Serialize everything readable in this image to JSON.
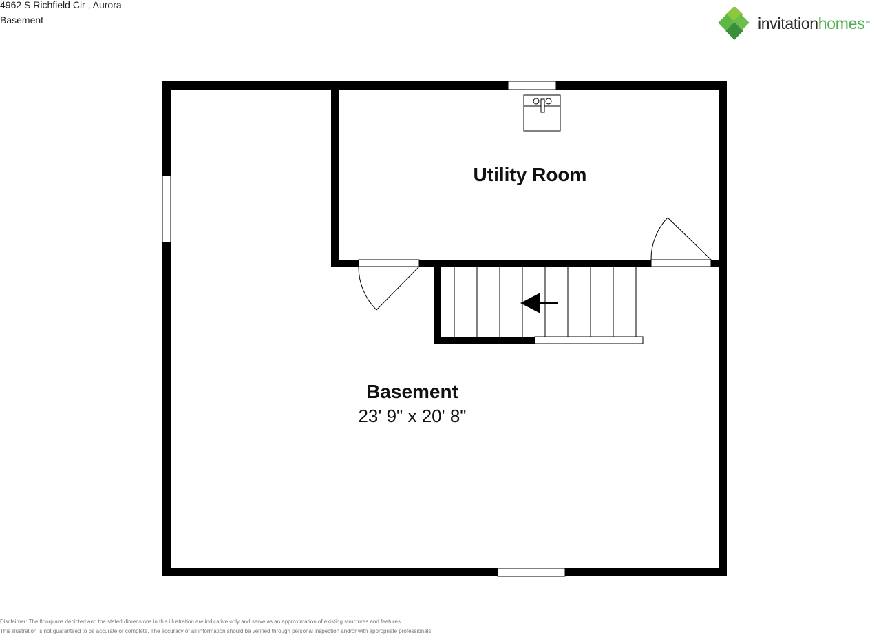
{
  "header": {
    "address": "4962 S Richfield Cir , Aurora",
    "floor": "Basement"
  },
  "logo": {
    "word1": "invitation",
    "word2": "homes",
    "trademark": "™",
    "colors": {
      "text_dark": "#2b2b2b",
      "brand_green": "#4cae4c",
      "leaf_light": "#8dc63f",
      "leaf_dark": "#3a8f3a"
    }
  },
  "rooms": {
    "utility": {
      "name": "Utility Room"
    },
    "basement": {
      "name": "Basement",
      "dimensions": "23' 9\" x 20' 8\""
    }
  },
  "fixtures": {
    "icons": [
      "sink-icon",
      "stair-arrow-icon",
      "door-swing-icon"
    ]
  },
  "colors": {
    "wall": "#000000",
    "background": "#ffffff"
  },
  "disclaimer": {
    "line1": "Disclaimer: The floorplans depicted and the stated dimensions in this illustration are indicative only and serve as an approximation of existing structures and features.",
    "line2": "This illustration is not guaranteed to be accurate or complete. The accuracy of all information should be verified through personal inspection and/or with appropriate professionals."
  }
}
